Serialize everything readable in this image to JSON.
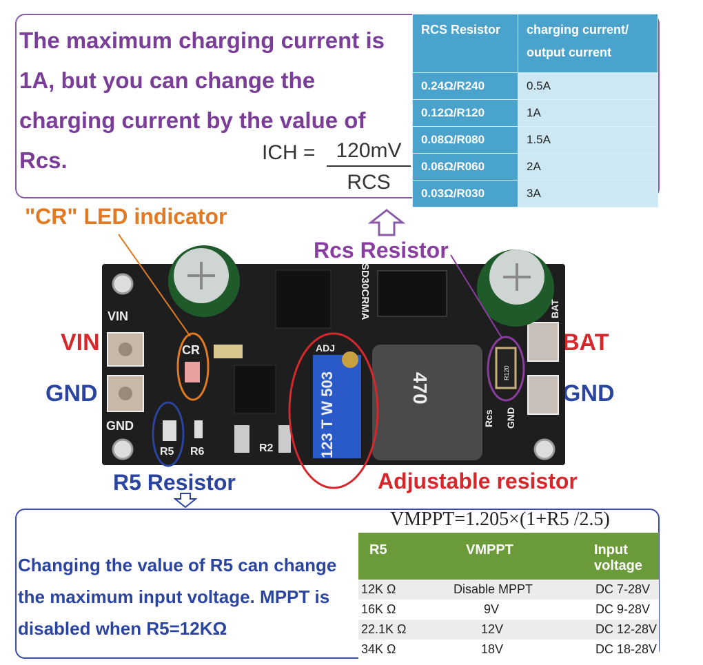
{
  "top_description": "The maximum charging current is 1A, but you can change the charging current by the value of Rcs.",
  "formula": {
    "lhs": "ICH =",
    "numerator": "120mV",
    "denominator": "RCS"
  },
  "rcs_table": {
    "headers": [
      "RCS Resistor",
      "charging current/ output current"
    ],
    "rows": [
      [
        "0.24Ω/R240",
        "0.5A"
      ],
      [
        "0.12Ω/R120",
        "1A"
      ],
      [
        "0.08Ω/R080",
        "1.5A"
      ],
      [
        "0.06Ω/R060",
        "2A"
      ],
      [
        "0.03Ω/R030",
        "3A"
      ]
    ]
  },
  "labels": {
    "cr_led": "\"CR\" LED indicator",
    "rcs_resistor": "Rcs Resistor",
    "vin": "VIN",
    "gnd_left": "GND",
    "bat": "BAT",
    "gnd_right": "GND",
    "r5_resistor": "R5 Resistor",
    "adjustable": "Adjustable resistor"
  },
  "board": {
    "vin": "VIN",
    "gnd": "GND",
    "cr": "CR",
    "adj": "ADJ",
    "chip": "SD30CRMA",
    "r5": "R5",
    "r6": "R6",
    "r2": "R2",
    "pot": "123 T W 503",
    "inductor": "470",
    "rcs": "Rcs",
    "gnd2": "GND",
    "r120": "R120",
    "bat": "BAT"
  },
  "bottom_description": "Changing the value of R5 can change the maximum input voltage. MPPT is disabled when R5=12KΩ",
  "vmppt_formula": "VMPPT=1.205×(1+R5 /2.5)",
  "r5_table": {
    "headers": [
      "R5",
      "VMPPT",
      "Input voltage"
    ],
    "rows": [
      [
        "12K Ω",
        "Disable MPPT",
        "DC 7-28V"
      ],
      [
        "16K Ω",
        "9V",
        "DC 9-28V"
      ],
      [
        "22.1K Ω",
        "12V",
        "DC 12-28V"
      ],
      [
        "34K Ω",
        "18V",
        "DC 18-28V"
      ]
    ]
  },
  "colors": {
    "purple": "#7a3d98",
    "orange": "#e27a24",
    "red": "#d4282c",
    "blue": "#2a44a0",
    "table_blue": "#4aa3cc",
    "table_green": "#6b9a38"
  }
}
